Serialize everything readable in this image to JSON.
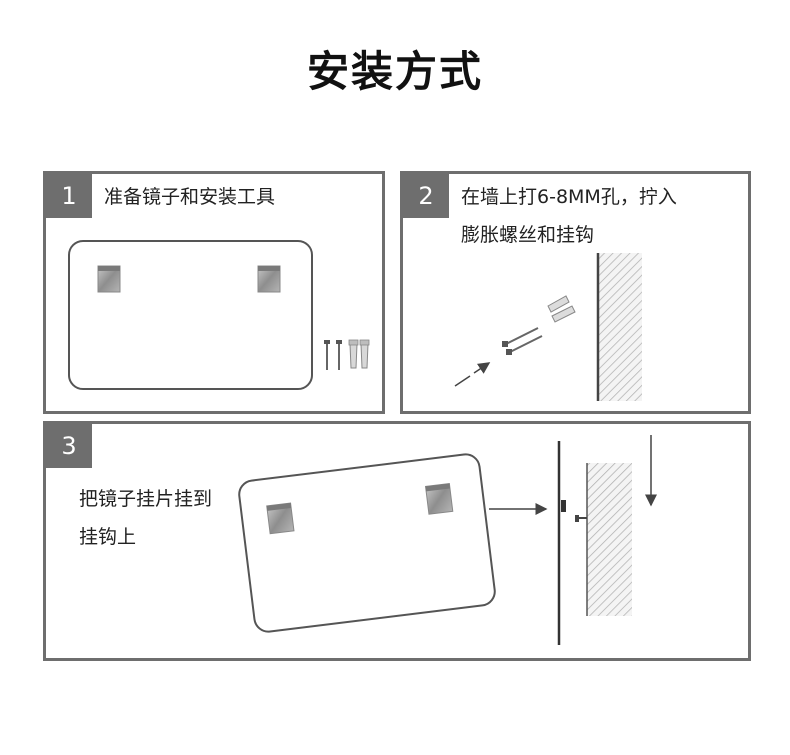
{
  "title": "安装方式",
  "steps": [
    {
      "number": "1",
      "lines": [
        "准备镜子和安装工具"
      ]
    },
    {
      "number": "2",
      "lines": [
        "在墙上打6-8MM孔，拧入",
        "膨胀螺丝和挂钩"
      ]
    },
    {
      "number": "3",
      "lines": [
        "把镜子挂片挂到",
        "挂钩上"
      ]
    }
  ],
  "colors": {
    "frame": "#6e6e6e",
    "line": "#555555",
    "bracket": "#9a9a9a"
  }
}
